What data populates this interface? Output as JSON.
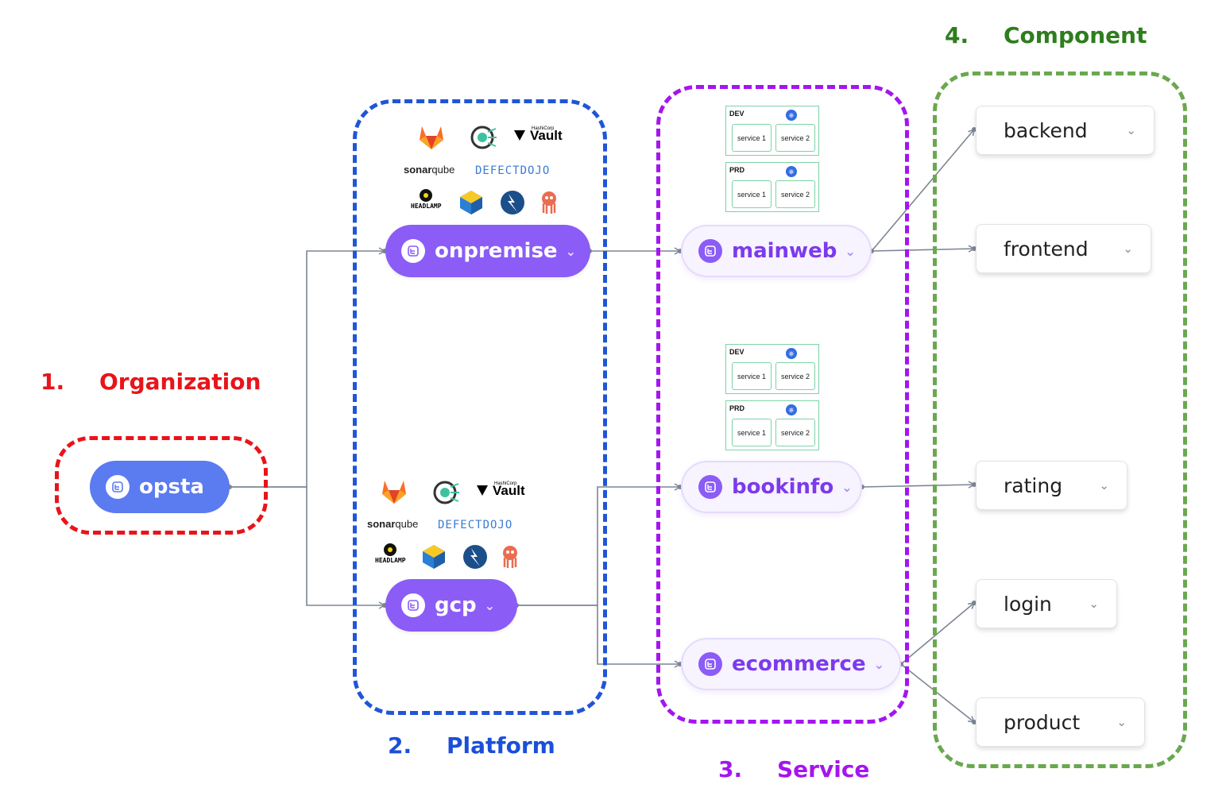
{
  "headings": {
    "organization": {
      "num": "1.",
      "label": "Organization",
      "color": "#e8141a"
    },
    "platform": {
      "num": "2.",
      "label": "Platform",
      "color": "#1a4fd8"
    },
    "service": {
      "num": "3.",
      "label": "Service",
      "color": "#a415f0"
    },
    "component": {
      "num": "4.",
      "label": "Component",
      "color": "#2e7d1e"
    }
  },
  "box_colors": {
    "organization": "#e8141a",
    "platform": "#1f56d6",
    "service": "#a415f0",
    "component": "#6aa84f"
  },
  "organization": {
    "name": "opsta",
    "icon": "org-icon"
  },
  "platforms": [
    {
      "name": "onpremise",
      "chevron": "⌄"
    },
    {
      "name": "gcp",
      "chevron": "⌄"
    }
  ],
  "platform_tools": [
    "GitLab",
    "Trivy",
    "Vault",
    "SonarQube",
    "DefectDojo",
    "Headlamp",
    "Harbor",
    "OWASP ZAP",
    "Argo CD"
  ],
  "logo_text": {
    "vault_small": "HashiCorp",
    "vault": "Vault",
    "sonar_bold": "sonar",
    "sonar_rest": "qube",
    "dojo": "DEFECTDOJO",
    "headlamp": "HEADLAMP"
  },
  "services": [
    {
      "name": "mainweb",
      "chevron": "⌄",
      "environments": [
        {
          "label": "DEV",
          "services": [
            "service 1",
            "service 2"
          ]
        },
        {
          "label": "PRD",
          "services": [
            "service 1",
            "service 2"
          ]
        }
      ]
    },
    {
      "name": "bookinfo",
      "chevron": "⌄",
      "environments": [
        {
          "label": "DEV",
          "services": [
            "service 1",
            "service 2"
          ]
        },
        {
          "label": "PRD",
          "services": [
            "service 1",
            "service 2"
          ]
        }
      ]
    },
    {
      "name": "ecommerce",
      "chevron": "⌄",
      "environments": []
    }
  ],
  "components": [
    {
      "name": "backend",
      "chevron": "⌄"
    },
    {
      "name": "frontend",
      "chevron": "⌄"
    },
    {
      "name": "rating",
      "chevron": "⌄"
    },
    {
      "name": "login",
      "chevron": "⌄"
    },
    {
      "name": "product",
      "chevron": "⌄"
    }
  ],
  "connections": [
    {
      "from": "opsta",
      "to": "onpremise"
    },
    {
      "from": "opsta",
      "to": "gcp"
    },
    {
      "from": "onpremise",
      "to": "mainweb"
    },
    {
      "from": "gcp",
      "to": "bookinfo"
    },
    {
      "from": "gcp",
      "to": "ecommerce"
    },
    {
      "from": "mainweb",
      "to": "backend"
    },
    {
      "from": "mainweb",
      "to": "frontend"
    },
    {
      "from": "bookinfo",
      "to": "rating"
    },
    {
      "from": "ecommerce",
      "to": "login"
    },
    {
      "from": "ecommerce",
      "to": "product"
    }
  ],
  "wire_color": "#7d8594"
}
